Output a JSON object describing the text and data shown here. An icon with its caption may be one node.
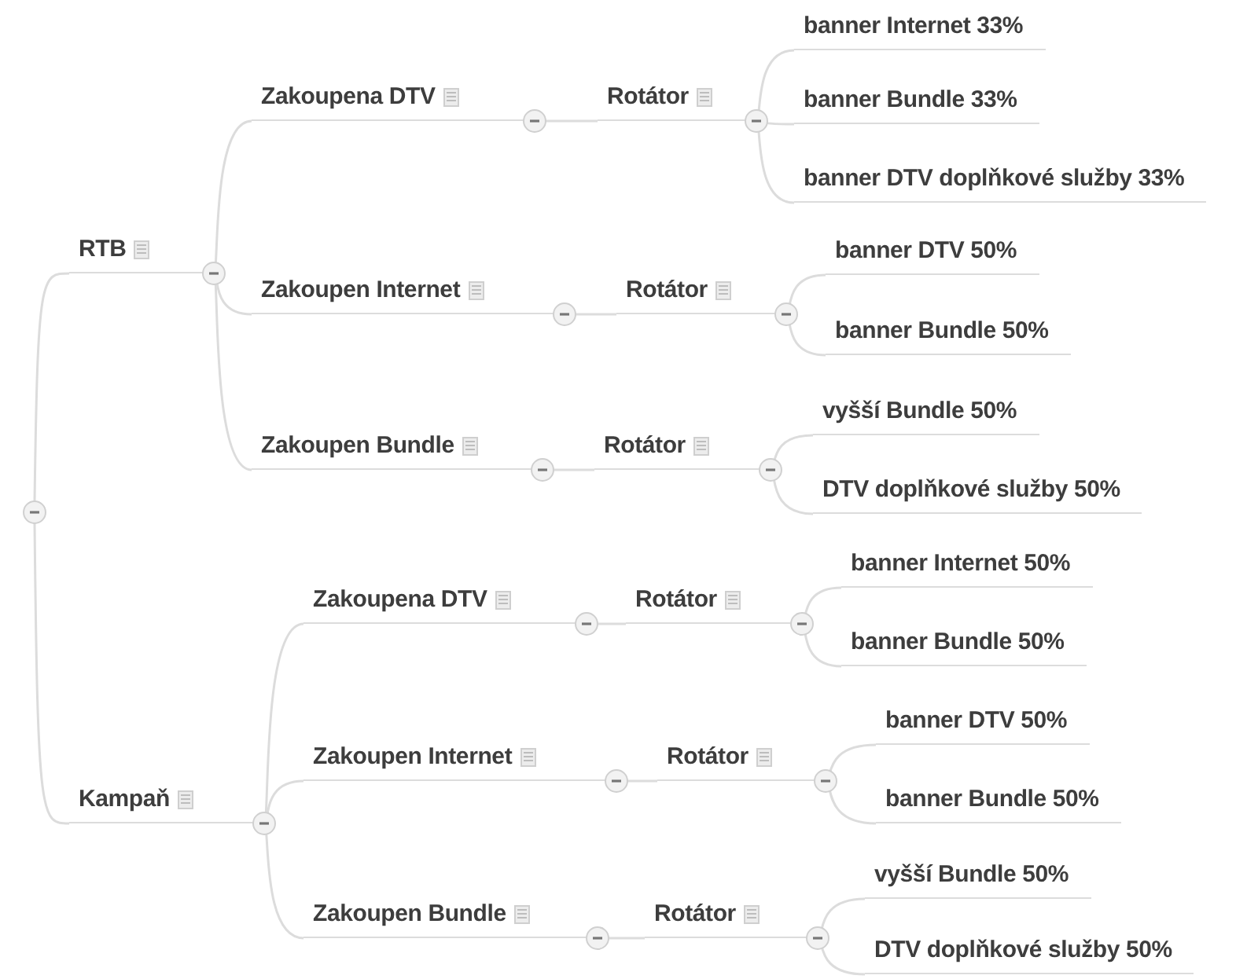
{
  "diagram": {
    "nodes": [
      {
        "text": [],
        "shape": "circle"
      },
      {
        "text": [
          "RTB"
        ]
      },
      {
        "text": [
          "Zakoupena DTV"
        ]
      },
      {
        "text": [
          "Rotátor"
        ]
      },
      {
        "text": [
          "banner Internet 33%"
        ]
      },
      {
        "text": [
          "banner Bundle 33%"
        ]
      },
      {
        "text": [
          "banner DTV doplňkové služby 33%"
        ]
      },
      {
        "text": [
          "Zakoupen Internet"
        ]
      },
      {
        "text": [
          "Rotátor"
        ]
      },
      {
        "text": [
          "banner DTV 50%"
        ]
      },
      {
        "text": [
          "banner Bundle 50%"
        ]
      },
      {
        "text": [
          "Zakoupen Bundle"
        ]
      },
      {
        "text": [
          "Rotátor"
        ]
      },
      {
        "text": [
          "vyšší Bundle 50%"
        ]
      },
      {
        "text": [
          "DTV doplňkové služby 50%"
        ]
      },
      {
        "text": [
          "Kampaň"
        ]
      },
      {
        "text": [
          "Zakoupena DTV"
        ]
      },
      {
        "text": [
          "Rotátor"
        ]
      },
      {
        "text": [
          "banner Internet 50%"
        ]
      },
      {
        "text": [
          "banner Bundle 50%"
        ]
      },
      {
        "text": [
          "Zakoupen Internet"
        ]
      },
      {
        "text": [
          "Rotátor"
        ]
      },
      {
        "text": [
          "banner DTV 50%"
        ]
      },
      {
        "text": [
          "banner Bundle 50%"
        ]
      },
      {
        "text": [
          "Zakoupen Bundle"
        ]
      },
      {
        "text": [
          "Rotátor"
        ]
      },
      {
        "text": [
          "vyšší Bundle 50%"
        ]
      },
      {
        "text": [
          "DTV doplňkové služby 50%"
        ]
      }
    ],
    "edges": [
      {
        "from": 0,
        "to": 1,
        "arrow": "none"
      },
      {
        "from": 1,
        "to": 2,
        "arrow": "none"
      },
      {
        "from": 2,
        "to": 3,
        "arrow": "none"
      },
      {
        "from": 3,
        "to": 4,
        "arrow": "none"
      },
      {
        "from": 3,
        "to": 5,
        "arrow": "none"
      },
      {
        "from": 3,
        "to": 6,
        "arrow": "none"
      },
      {
        "from": 1,
        "to": 7,
        "arrow": "none"
      },
      {
        "from": 7,
        "to": 8,
        "arrow": "none"
      },
      {
        "from": 8,
        "to": 9,
        "arrow": "none"
      },
      {
        "from": 8,
        "to": 10,
        "arrow": "none"
      },
      {
        "from": 1,
        "to": 11,
        "arrow": "none"
      },
      {
        "from": 11,
        "to": 12,
        "arrow": "none"
      },
      {
        "from": 12,
        "to": 13,
        "arrow": "none"
      },
      {
        "from": 12,
        "to": 14,
        "arrow": "none"
      },
      {
        "from": 0,
        "to": 15,
        "arrow": "none"
      },
      {
        "from": 15,
        "to": 16,
        "arrow": "none"
      },
      {
        "from": 16,
        "to": 17,
        "arrow": "none"
      },
      {
        "from": 17,
        "to": 18,
        "arrow": "none"
      },
      {
        "from": 17,
        "to": 19,
        "arrow": "none"
      },
      {
        "from": 15,
        "to": 20,
        "arrow": "none"
      },
      {
        "from": 20,
        "to": 21,
        "arrow": "none"
      },
      {
        "from": 21,
        "to": 22,
        "arrow": "none"
      },
      {
        "from": 21,
        "to": 23,
        "arrow": "none"
      },
      {
        "from": 15,
        "to": 24,
        "arrow": "none"
      },
      {
        "from": 24,
        "to": 25,
        "arrow": "none"
      },
      {
        "from": 25,
        "to": 26,
        "arrow": "none"
      },
      {
        "from": 25,
        "to": 27,
        "arrow": "none"
      }
    ]
  }
}
